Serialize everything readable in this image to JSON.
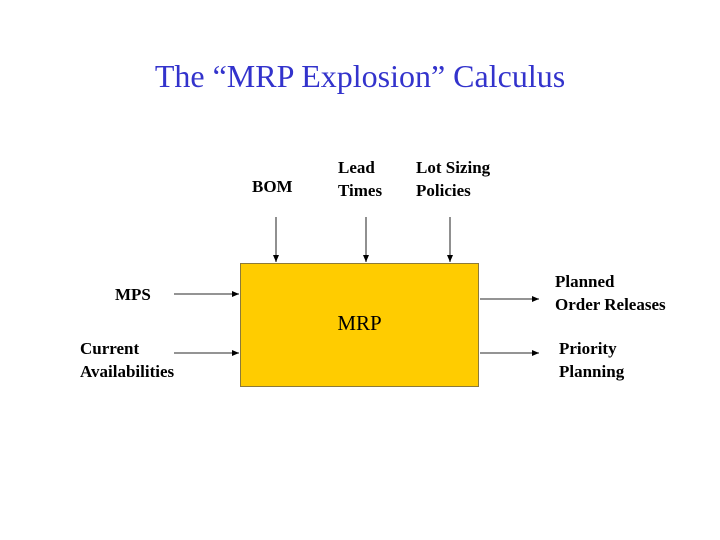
{
  "slide": {
    "title": "The “MRP Explosion” Calculus",
    "title_color": "#3333cc"
  },
  "diagram": {
    "process": {
      "label": "MRP",
      "fill": "#ffcc00",
      "border": "#8c7a3a"
    },
    "top_inputs": [
      {
        "line1": "BOM",
        "line2": ""
      },
      {
        "line1": "Lead",
        "line2": "Times"
      },
      {
        "line1": "Lot Sizing",
        "line2": "Policies"
      }
    ],
    "left_inputs": [
      {
        "line1": "MPS",
        "line2": ""
      },
      {
        "line1": "Current",
        "line2": "Availabilities"
      }
    ],
    "outputs": [
      {
        "line1": "Planned",
        "line2": "Order Releases"
      },
      {
        "line1": "Priority",
        "line2": "Planning"
      }
    ]
  }
}
